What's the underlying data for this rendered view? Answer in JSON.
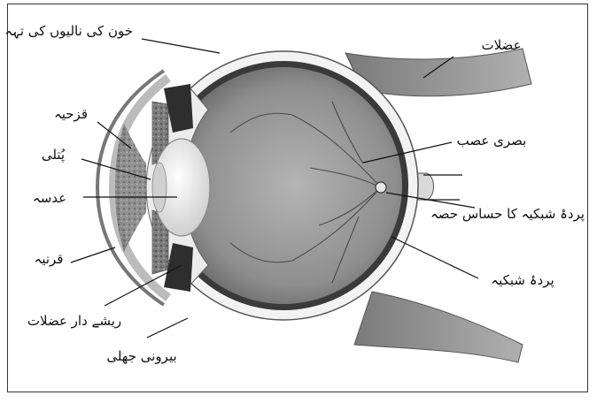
{
  "diagram": {
    "labels": {
      "blood_vessel_layer": "خون کی نالیوں کی تہہ",
      "muscles": "عضلات",
      "iris": "قزحیہ",
      "pupil": "پُتلی",
      "lens": "عدسہ",
      "optic_nerve": "بصری عصب",
      "retina_sensitive_part": "پردۂ شبکیہ کا حساس حصہ",
      "cornea": "قرنیہ",
      "retina": "پردۂ شبکیہ",
      "ciliary_muscles": "ریشے دار عضلات",
      "outer_membrane": "بیرونی جھلی"
    },
    "colors": {
      "sclera": "#f2f2f2",
      "choroid": "#3a3a3a",
      "retina_fill": "#9a9a9a",
      "iris": "#7a7a7a",
      "lens": "#e6e6e6",
      "muscle": "#8c8c8c",
      "vessels": "#4a4a4a"
    }
  }
}
